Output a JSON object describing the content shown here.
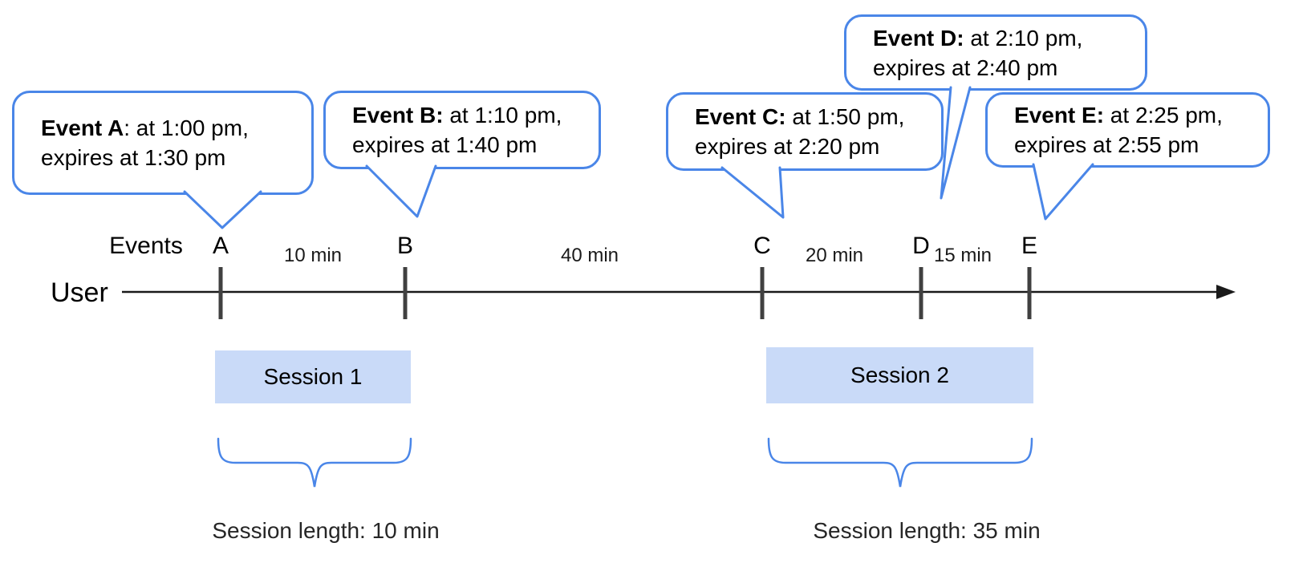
{
  "labels": {
    "events": "Events",
    "user": "User"
  },
  "bubbles": [
    {
      "id": "A",
      "bold": "Event A",
      "rest": ": at 1:00 pm,",
      "line2": "expires at 1:30 pm"
    },
    {
      "id": "B",
      "bold": "Event B:",
      "rest": " at 1:10 pm,",
      "line2": "expires at 1:40 pm"
    },
    {
      "id": "C",
      "bold": "Event C:",
      "rest": " at 1:50 pm,",
      "line2": "expires at 2:20 pm"
    },
    {
      "id": "D",
      "bold": "Event D:",
      "rest": " at 2:10 pm,",
      "line2": "expires at 2:40 pm"
    },
    {
      "id": "E",
      "bold": "Event E:",
      "rest": " at 2:25 pm,",
      "line2": "expires at 2:55 pm"
    }
  ],
  "events": [
    {
      "label": "A"
    },
    {
      "label": "B"
    },
    {
      "label": "C"
    },
    {
      "label": "D"
    },
    {
      "label": "E"
    }
  ],
  "intervals": [
    {
      "label": "10 min"
    },
    {
      "label": "40 min"
    },
    {
      "label": "20 min"
    },
    {
      "label": "15 min"
    }
  ],
  "sessions": [
    {
      "label": "Session 1",
      "length": "Session length: 10 min"
    },
    {
      "label": "Session 2",
      "length": "Session length: 35 min"
    }
  ],
  "colors": {
    "accent_blue": "#4a86e8",
    "session_fill": "#c9daf8",
    "tick_gray": "#404040",
    "timeline_black": "#1a1a1a"
  }
}
